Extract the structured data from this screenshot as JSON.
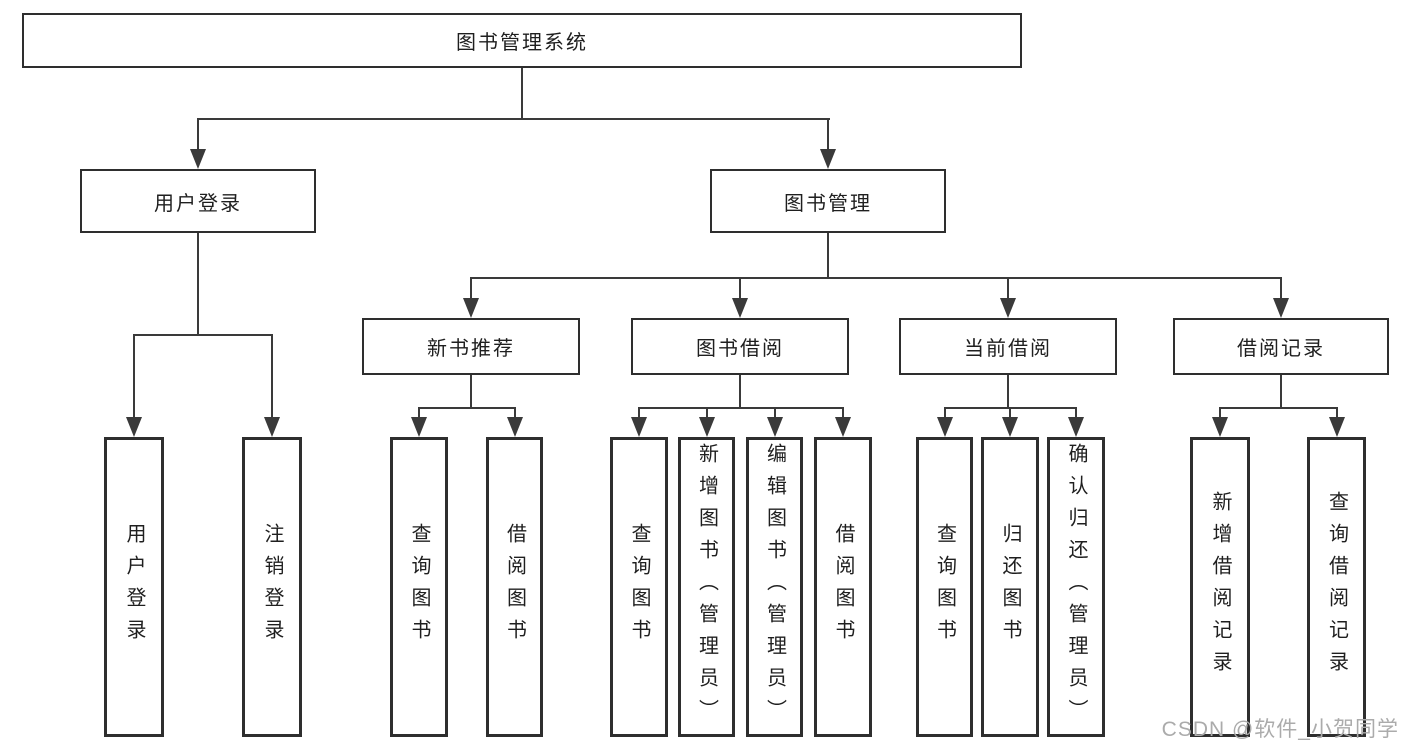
{
  "diagram": {
    "title_node": {
      "label": "图书管理系统"
    },
    "level2": [
      {
        "label": "用户登录"
      },
      {
        "label": "图书管理"
      }
    ],
    "level3": [
      {
        "label": "新书推荐"
      },
      {
        "label": "图书借阅"
      },
      {
        "label": "当前借阅"
      },
      {
        "label": "借阅记录"
      }
    ],
    "leaves": {
      "user_login": [
        {
          "label": "用户登录"
        },
        {
          "label": "注销登录"
        }
      ],
      "new_books": [
        {
          "label": "查询图书"
        },
        {
          "label": "借阅图书"
        }
      ],
      "book_borrow": [
        {
          "label": "查询图书"
        },
        {
          "label": "新增图书（管理员）"
        },
        {
          "label": "编辑图书（管理员）"
        },
        {
          "label": "借阅图书"
        }
      ],
      "current_borrow": [
        {
          "label": "查询图书"
        },
        {
          "label": "归还图书"
        },
        {
          "label": "确认归还（管理员）"
        }
      ],
      "borrow_records": [
        {
          "label": "新增借阅记录"
        },
        {
          "label": "查询借阅记录"
        }
      ]
    }
  },
  "watermark": {
    "text": "CSDN @软件_小贺同学"
  },
  "colors": {
    "line": "#3a3a3a",
    "box_border": "#2e2e2e",
    "text": "#1f1f1f",
    "background": "#ffffff",
    "watermark": "#ababab"
  }
}
